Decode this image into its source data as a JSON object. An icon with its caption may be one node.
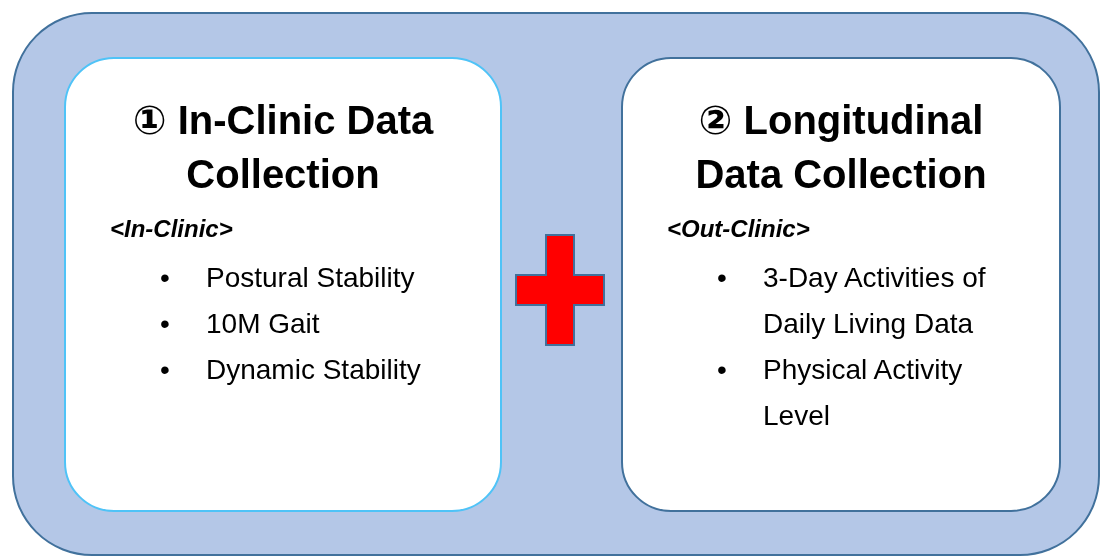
{
  "diagram": {
    "nodes": [
      {
        "text": [],
        "shape": "box"
      },
      {
        "text": [
          "① In-Clinic Data Collection",
          "<In-Clinic>",
          "Postural Stability",
          "10M Gait",
          "Dynamic Stability"
        ],
        "in": 0
      },
      {
        "text": [
          "② Longitudinal Data Collection",
          "<Out-Clinic>",
          "3-Day Activities of Daily Living Data",
          "Physical Activity Level"
        ],
        "in": 0
      }
    ],
    "labels": [
      "•",
      "•",
      "•",
      "•",
      "•"
    ]
  }
}
